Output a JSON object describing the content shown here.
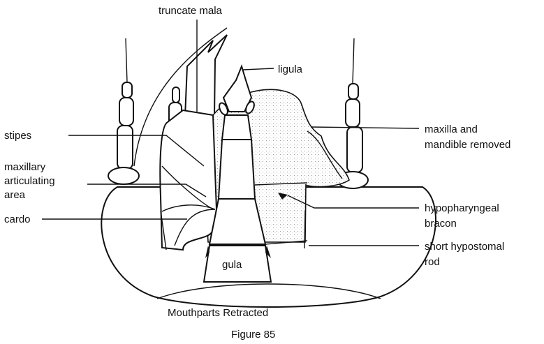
{
  "labels": {
    "truncate_mala": "truncate mala",
    "ligula": "ligula",
    "stipes": "stipes",
    "maxillary_line1": "maxillary",
    "maxillary_line2": "articulating",
    "maxillary_line3": "area",
    "cardo": "cardo",
    "maxilla_line1": "maxilla and",
    "maxilla_line2": "mandible removed",
    "hypo_line1": "hypopharyngeal",
    "hypo_line2": "bracon",
    "hypostomal_line1": "short hypostomal",
    "hypostomal_line2": "rod",
    "gula": "gula"
  },
  "captions": {
    "view": "Mouthparts Retracted",
    "figure": "Figure 85"
  }
}
